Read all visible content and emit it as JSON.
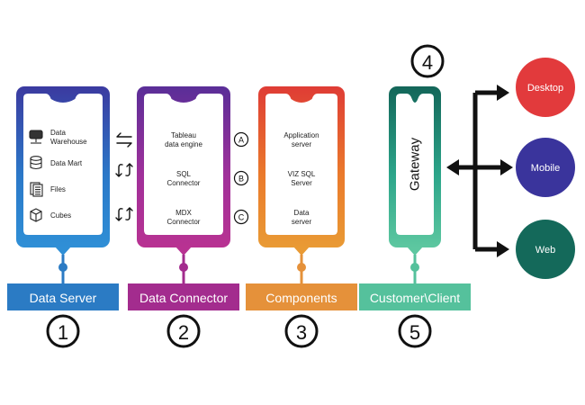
{
  "columns": [
    {
      "title": "Data Server",
      "number": "1",
      "colors": [
        "#3b3aa0",
        "#2b78c8",
        "#2f8fd6"
      ],
      "label_color": "#2b7bc4",
      "items": [
        {
          "lines": [
            "Data",
            "Warehouse"
          ],
          "icon": "server-icon"
        },
        {
          "lines": [
            "Data Mart"
          ],
          "icon": "database-icon"
        },
        {
          "lines": [
            "Files"
          ],
          "icon": "files-icon"
        },
        {
          "lines": [
            "Cubes"
          ],
          "icon": "cube-icon"
        }
      ]
    },
    {
      "title": "Data Connector",
      "number": "2",
      "colors": [
        "#5a2e98",
        "#a0309a",
        "#b83292"
      ],
      "label_color": "#a32c8e",
      "items": [
        {
          "lines": [
            "Tableau",
            "data engine"
          ],
          "badge": "A"
        },
        {
          "lines": [
            "SQL",
            "Connector"
          ],
          "badge": "B"
        },
        {
          "lines": [
            "MDX",
            "Connector"
          ],
          "badge": "C"
        }
      ]
    },
    {
      "title": "Components",
      "number": "3",
      "colors": [
        "#df3c35",
        "#ea7a2c",
        "#e99a34"
      ],
      "label_color": "#e5913a",
      "items": [
        {
          "lines": [
            "Application",
            "server"
          ]
        },
        {
          "lines": [
            "VIZ  SQL",
            "Server"
          ]
        },
        {
          "lines": [
            "Data",
            "server"
          ]
        }
      ]
    },
    {
      "title": "Customer\\Client",
      "number": "5",
      "top_number": "4",
      "colors": [
        "#136659",
        "#2ca58a",
        "#5dc7a0"
      ],
      "label_color": "#55c19c",
      "items": [
        {
          "lines": [
            "Gateway"
          ],
          "vertical": true
        }
      ]
    }
  ],
  "outputs": [
    {
      "label": "Desktop",
      "color": "#e23a3c"
    },
    {
      "label": "Mobile",
      "color": "#3a349c"
    },
    {
      "label": "Web",
      "color": "#14695a"
    }
  ],
  "arrows": [
    {
      "icon": "bidirectional-arrows-icon"
    },
    {
      "icon": "loop-arrows-icon"
    },
    {
      "icon": "loop-arrows-icon"
    }
  ]
}
